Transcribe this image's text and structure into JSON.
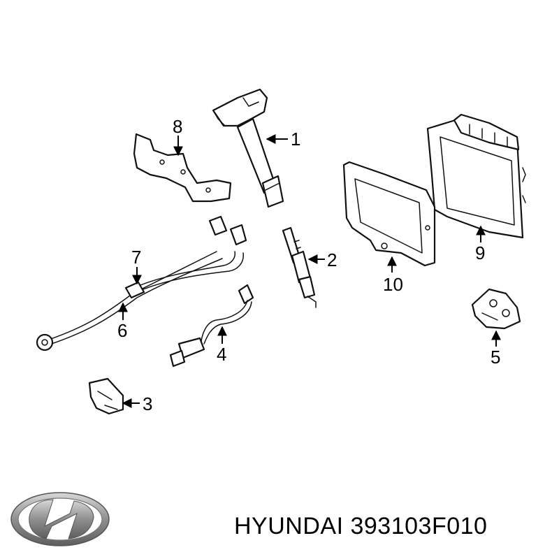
{
  "brand": {
    "name": "HYUNDAI",
    "logo_icon": "hyundai-logo-icon"
  },
  "part_number": "393103F010",
  "callouts": [
    "1",
    "2",
    "3",
    "4",
    "5",
    "6",
    "7",
    "8",
    "9",
    "10"
  ],
  "colors": {
    "line": "#111111",
    "background": "#ffffff",
    "logo": "#8a8a8a"
  }
}
